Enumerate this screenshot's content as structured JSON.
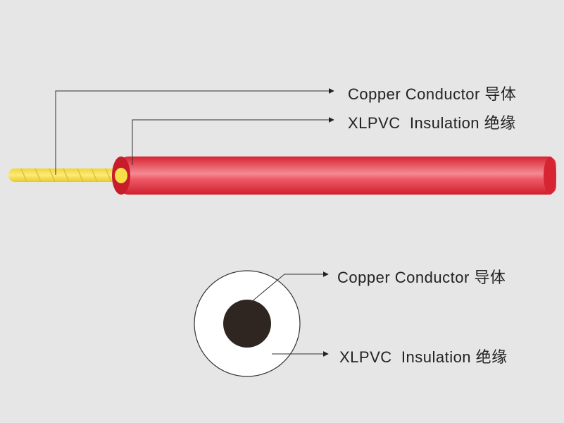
{
  "side_view": {
    "conductor_label": "Copper Conductor 导体",
    "insulation_label": "XLPVC  Insulation 绝缘"
  },
  "cross_section": {
    "conductor_label": "Copper Conductor 导体",
    "insulation_label": "XLPVC  Insulation 绝缘"
  },
  "colors": {
    "background": "#e6e6e6",
    "insulation": "#e8313f",
    "conductor": "#f5e04a",
    "core": "#2f2622"
  }
}
